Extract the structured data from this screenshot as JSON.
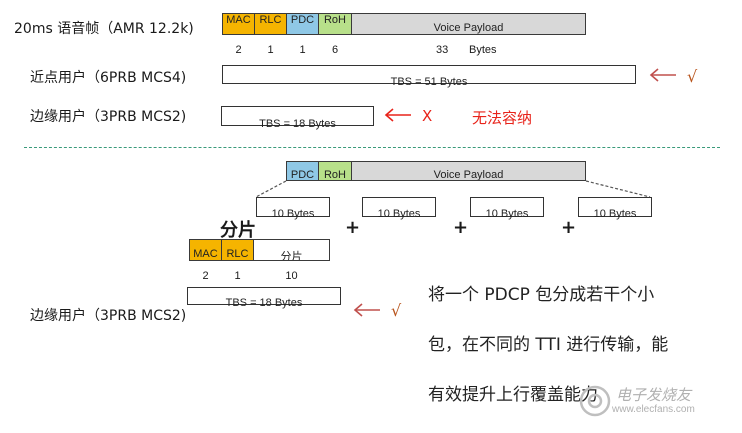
{
  "colors": {
    "mac": "#f5b400",
    "rlc": "#f5b400",
    "pdcp": "#8fc8e6",
    "roh": "#b8e08a",
    "payload": "#d8d8d8",
    "arrow": "#c0504d",
    "reject": "#e8231a"
  },
  "frame": {
    "label": "20ms 语音帧（AMR 12.2k)",
    "fields": [
      {
        "name": "MAC",
        "size": "2"
      },
      {
        "name": "RLC",
        "size": "1"
      },
      {
        "name": "PDC",
        "size": "1"
      },
      {
        "name": "RoH",
        "size": "6"
      },
      {
        "name": "Voice Payload",
        "size": "33"
      }
    ],
    "bytes_unit": "Bytes"
  },
  "near_user": {
    "label": "近点用户（6PRB MCS4)",
    "tbs": "TBS = 51 Bytes",
    "mark": "√"
  },
  "edge_user_1": {
    "label": "边缘用户（3PRB MCS2)",
    "tbs": "TBS = 18 Bytes",
    "mark": "X",
    "note": "无法容纳"
  },
  "segmentation": {
    "header_fields": [
      "PDC",
      "RoH",
      "Voice Payload"
    ],
    "segment_label": "10 Bytes",
    "plus": "+",
    "title": "分片"
  },
  "segment_frame": {
    "fields": [
      {
        "name": "MAC",
        "size": "2"
      },
      {
        "name": "RLC",
        "size": "1"
      },
      {
        "name": "分片",
        "size": "10"
      }
    ]
  },
  "edge_user_2": {
    "label": "边缘用户（3PRB MCS2)",
    "tbs": "TBS = 18 Bytes",
    "mark": "√"
  },
  "description": [
    "将一个 PDCP 包分成若干个小",
    "包，在不同的 TTI 进行传输，能",
    "有效提升上行覆盖能力"
  ],
  "watermark": {
    "line1": "电子发烧友",
    "line2": "www.elecfans.com"
  }
}
